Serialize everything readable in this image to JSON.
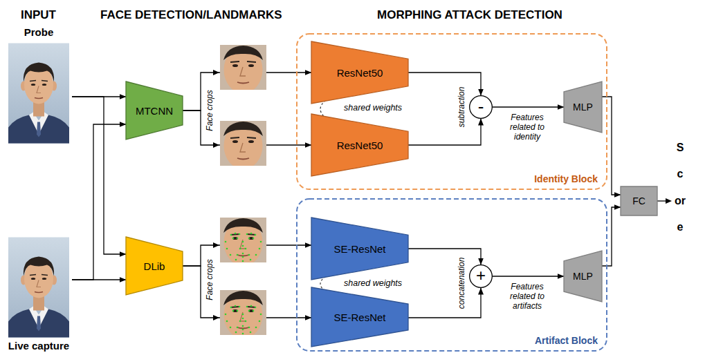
{
  "diagram": {
    "nodes": [
      {
        "text": [
          "Probe"
        ]
      },
      {
        "text": [
          "Live capture"
        ]
      },
      {
        "text": [
          "MTCNN"
        ]
      },
      {
        "text": [
          "DLib"
        ]
      },
      {
        "text": [
          "Identity Block"
        ]
      },
      {
        "text": [
          "ResNet50"
        ],
        "in": 4
      },
      {
        "text": [
          "ResNet50"
        ],
        "in": 4
      },
      {
        "text": [
          "-"
        ],
        "in": 4
      },
      {
        "text": [
          "MLP"
        ],
        "in": 4
      },
      {
        "text": [
          "Artifact Block"
        ]
      },
      {
        "text": [
          "SE-ResNet"
        ],
        "in": 9
      },
      {
        "text": [
          "SE-ResNet"
        ],
        "in": 9
      },
      {
        "text": [
          "+"
        ],
        "in": 9
      },
      {
        "text": [
          "MLP"
        ],
        "in": 9
      },
      {
        "text": [
          "FC"
        ]
      }
    ],
    "edges": [
      {
        "from": 0,
        "to": 2,
        "arrow": "to"
      },
      {
        "from": 0,
        "to": 3,
        "arrow": "to"
      },
      {
        "from": 1,
        "to": 3,
        "arrow": "to"
      },
      {
        "from": 1,
        "to": 2,
        "arrow": "to"
      },
      {
        "from": 2,
        "to": 5,
        "arrow": "to"
      },
      {
        "from": 2,
        "to": 6,
        "arrow": "to"
      },
      {
        "from": 3,
        "to": 10,
        "arrow": "to"
      },
      {
        "from": 3,
        "to": 11,
        "arrow": "to"
      },
      {
        "from": 5,
        "to": 7,
        "arrow": "to"
      },
      {
        "from": 6,
        "to": 7,
        "arrow": "to"
      },
      {
        "from": 7,
        "to": 8,
        "label": "Features related to identity",
        "arrow": "to"
      },
      {
        "from": 10,
        "to": 12,
        "arrow": "to"
      },
      {
        "from": 11,
        "to": 12,
        "arrow": "to"
      },
      {
        "from": 12,
        "to": 13,
        "label": "Features related to artifacts",
        "arrow": "to"
      },
      {
        "from": 8,
        "to": 14,
        "arrow": "to"
      },
      {
        "from": 13,
        "to": 14,
        "arrow": "to"
      }
    ],
    "labels": [
      "INPUT",
      "FACE DETECTION/LANDMARKS",
      "MORPHING ATTACK DETECTION",
      "Face crops",
      "Face crops",
      "shared weights",
      "shared weights",
      "subtraction",
      "concatenation",
      "Score"
    ]
  }
}
